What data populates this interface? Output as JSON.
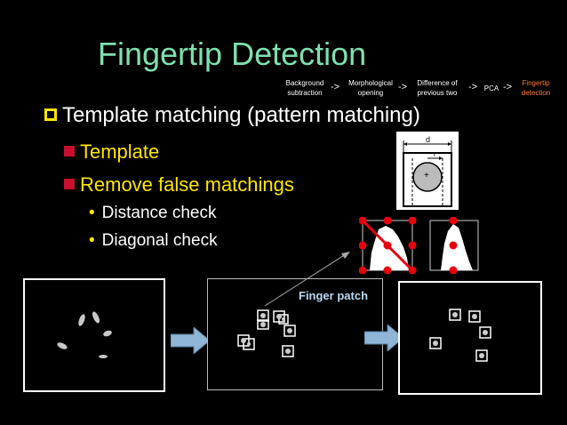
{
  "slide": {
    "title": "Fingertip Detection",
    "pipeline": [
      {
        "line1": "Background",
        "line2": "subtraction"
      },
      {
        "line1": "Morphological",
        "line2": "opening"
      },
      {
        "line1": "Difference of",
        "line2": "previous two"
      },
      {
        "line1": "PCA",
        "line2": ""
      },
      {
        "line1": "Fingertip",
        "line2": "detection"
      }
    ],
    "pipeline_arrow": "->",
    "bullet1": "Template matching (pattern matching)",
    "bullet2a": "Template",
    "bullet2b": "Remove false matchings",
    "bullet3a": "Distance check",
    "bullet3b": "Diagonal check",
    "template_labels": {
      "d": "d",
      "r": "r",
      "plus": "+"
    },
    "finger_patch_label": "Finger patch",
    "colors": {
      "title": "#7fe0b0",
      "highlight": "#ff7a30",
      "yellow": "#ffe600",
      "red": "#e8000d",
      "arrow_fill": "#8fb6d6",
      "patch_label": "#b9d9f2"
    }
  }
}
